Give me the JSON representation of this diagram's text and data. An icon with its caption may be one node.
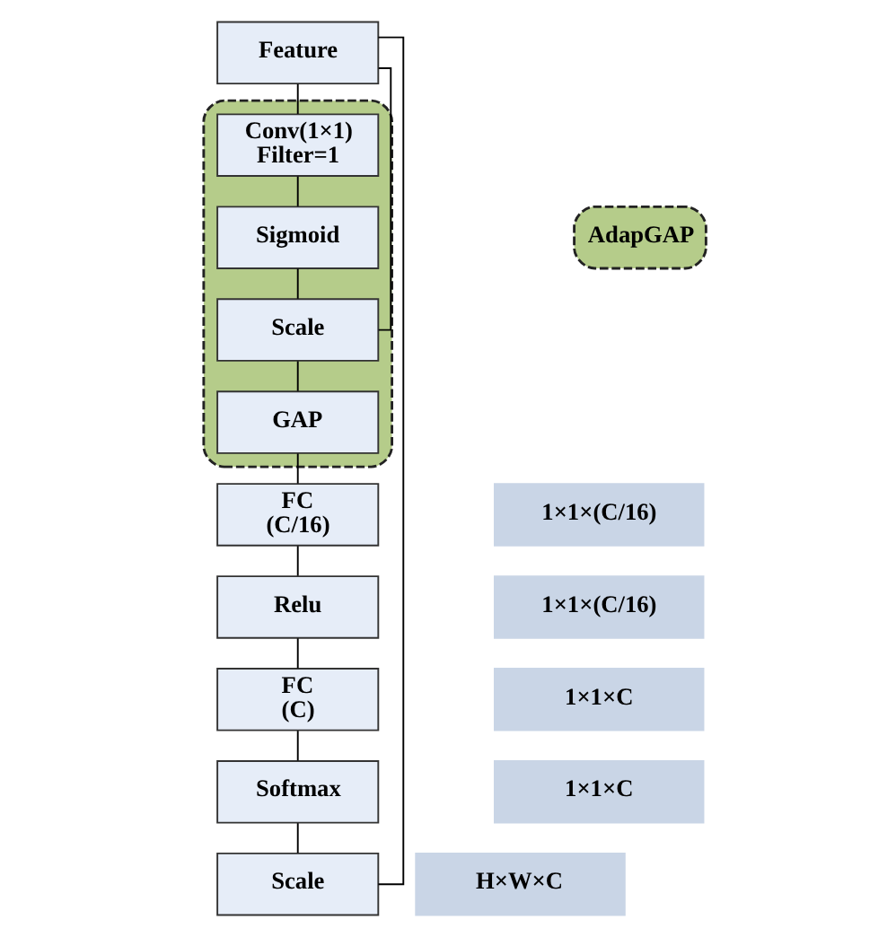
{
  "diagram": {
    "nodes": [
      {
        "text": [
          "Feature"
        ]
      },
      {
        "text": [],
        "shape": "box"
      },
      {
        "text": [
          "Conv(1×1)",
          "Filter=1"
        ],
        "in": 1
      },
      {
        "text": [
          "Sigmoid"
        ],
        "in": 1
      },
      {
        "text": [
          "Scale"
        ],
        "in": 1
      },
      {
        "text": [
          "GAP"
        ],
        "in": 1
      },
      {
        "text": [
          "FC",
          "(C/16)"
        ]
      },
      {
        "text": [
          "Relu"
        ]
      },
      {
        "text": [
          "FC",
          "(C)"
        ]
      },
      {
        "text": [
          "Softmax"
        ]
      },
      {
        "text": [
          "Scale"
        ]
      },
      {
        "text": [
          "AdapGAP"
        ]
      },
      {
        "text": [
          "1×1×(C/16)"
        ]
      },
      {
        "text": [
          "1×1×(C/16)"
        ]
      },
      {
        "text": [
          "1×1×C"
        ]
      },
      {
        "text": [
          "1×1×C"
        ]
      },
      {
        "text": [
          "H×W×C"
        ]
      }
    ],
    "edges": [
      {
        "from": 0,
        "to": 2,
        "arrow": "none"
      },
      {
        "from": 0,
        "to": 4,
        "arrow": "none"
      },
      {
        "from": 2,
        "to": 3,
        "arrow": "none"
      },
      {
        "from": 3,
        "to": 4,
        "arrow": "none"
      },
      {
        "from": 4,
        "to": 5,
        "arrow": "none"
      },
      {
        "from": 5,
        "to": 6,
        "arrow": "none"
      },
      {
        "from": 6,
        "to": 7,
        "arrow": "none"
      },
      {
        "from": 7,
        "to": 8,
        "arrow": "none"
      },
      {
        "from": 8,
        "to": 9,
        "arrow": "none"
      },
      {
        "from": 0,
        "to": 10,
        "arrow": "none"
      },
      {
        "from": 9,
        "to": 10,
        "arrow": "none"
      }
    ]
  }
}
